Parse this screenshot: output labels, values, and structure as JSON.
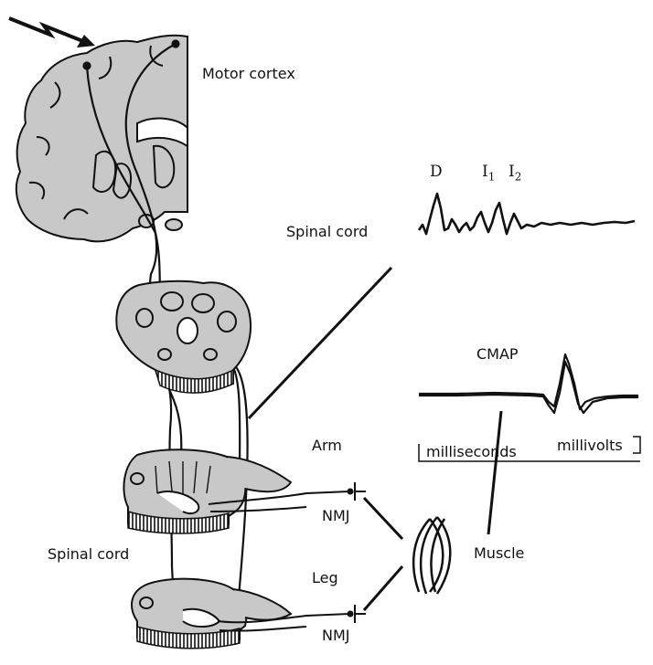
{
  "labels": {
    "motor_cortex": "Motor cortex",
    "spinal_cord_upper": "Spinal cord",
    "spinal_cord_left": "Spinal cord",
    "arm": "Arm",
    "leg": "Leg",
    "nmj_arm": "NMJ",
    "nmj_leg": "NMJ",
    "muscle": "Muscle",
    "cmap": "CMAP",
    "milliseconds": "milliseconds",
    "millivolts": "millivolts"
  },
  "waves": {
    "d": "D",
    "i1_base": "I",
    "i1_sub": "1",
    "i2_base": "I",
    "i2_sub": "2"
  },
  "colors": {
    "tissue_fill": "#c8c8c8",
    "line": "#111111",
    "background": "#ffffff"
  }
}
